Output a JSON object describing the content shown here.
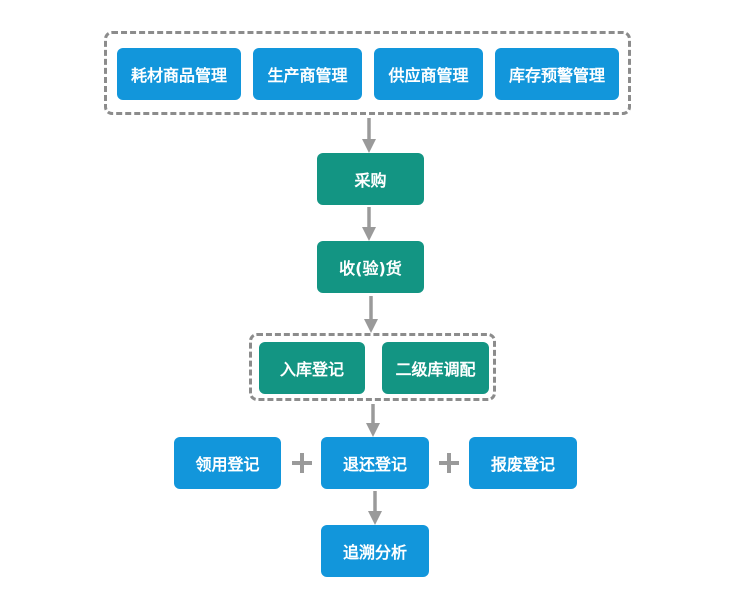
{
  "top_group": {
    "items": [
      {
        "label": "耗材商品管理"
      },
      {
        "label": "生产商管理"
      },
      {
        "label": "供应商管理"
      },
      {
        "label": "库存预警管理"
      }
    ]
  },
  "steps": {
    "purchase": "采购",
    "receive": "收(验)货"
  },
  "storage_group": {
    "items": [
      {
        "label": "入库登记"
      },
      {
        "label": "二级库调配"
      }
    ]
  },
  "usage_row": {
    "left": "领用登记",
    "center": "退还登记",
    "right": "报废登记"
  },
  "final": {
    "label": "追溯分析"
  },
  "colors": {
    "blue": "#1296db",
    "teal": "#139583",
    "connector": "#9a9a9a",
    "dashed_border": "#8c8c8c"
  }
}
